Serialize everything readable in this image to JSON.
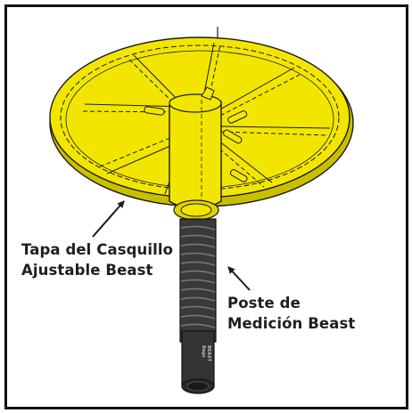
{
  "diagram": {
    "labels": {
      "cap": {
        "line1": "Tapa del Casquillo",
        "line2": "Ajustable Beast"
      },
      "post": {
        "line1": "Poste de",
        "line2": "Medición Beast"
      }
    },
    "post_marking": {
      "line1": "BEAST",
      "line2": "Bags"
    }
  },
  "colors": {
    "cap_yellow": "#f2e600",
    "outline": "#1a1a1a",
    "post_dark": "#3a3a3a",
    "frame": "#111111",
    "label_text": "#1f1f1f"
  }
}
